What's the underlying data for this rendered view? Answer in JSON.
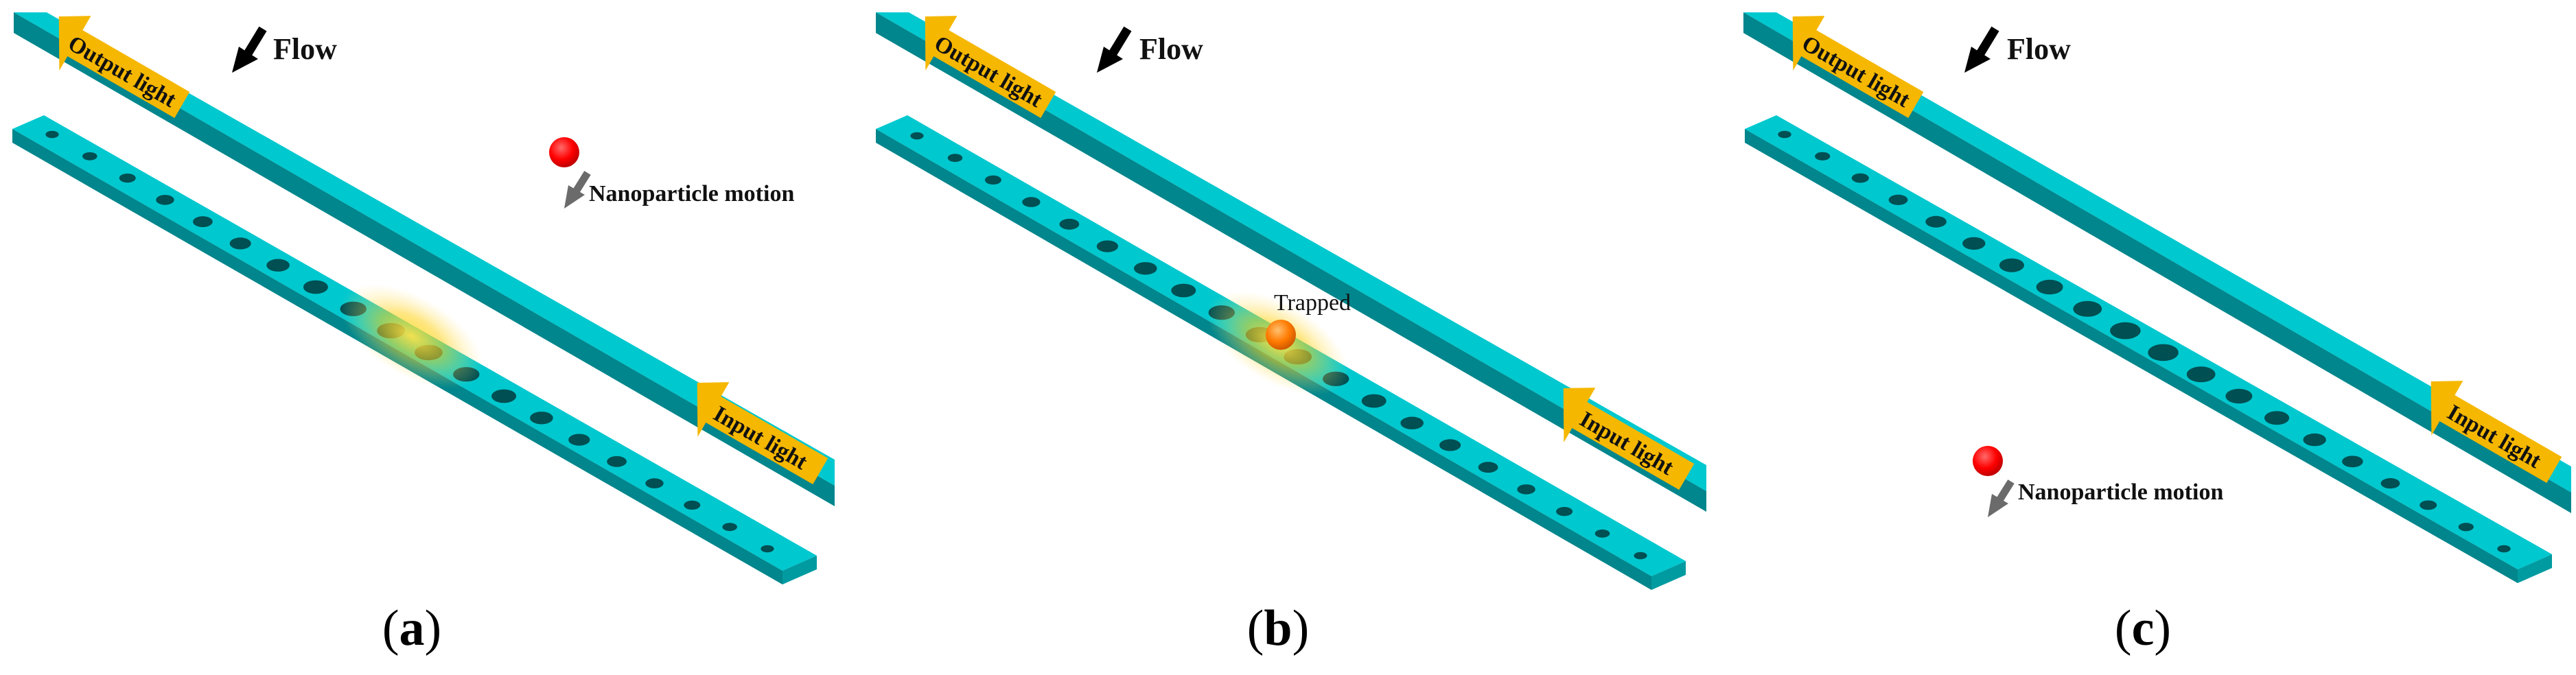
{
  "panels": [
    {
      "id": "a",
      "caption_open": "(",
      "caption_letter": "a",
      "caption_close": ")",
      "flow_label": "Flow",
      "output_light_label": "Output light",
      "input_light_label": "Input light",
      "nanoparticle_label": "Nanoparticle motion",
      "trapped_label": "",
      "particle_state": "approaching"
    },
    {
      "id": "b",
      "caption_open": "(",
      "caption_letter": "b",
      "caption_close": ")",
      "flow_label": "Flow",
      "output_light_label": "Output light",
      "input_light_label": "Input light",
      "nanoparticle_label": "",
      "trapped_label": "Trapped",
      "particle_state": "trapped"
    },
    {
      "id": "c",
      "caption_open": "(",
      "caption_letter": "c",
      "caption_close": ")",
      "flow_label": "Flow",
      "output_light_label": "Output light",
      "input_light_label": "Input light",
      "nanoparticle_label": "Nanoparticle motion",
      "trapped_label": "",
      "particle_state": "released"
    }
  ],
  "colors": {
    "waveguide_top": "#00c8cf",
    "waveguide_side": "#00868c",
    "hole_fill": "#004f52",
    "arrow_light": "#f5b700",
    "particle": "#ff0000",
    "particle_trapped": "#ff7a00",
    "flow_arrow": "#000000",
    "motion_arrow": "#6b6b6b"
  }
}
